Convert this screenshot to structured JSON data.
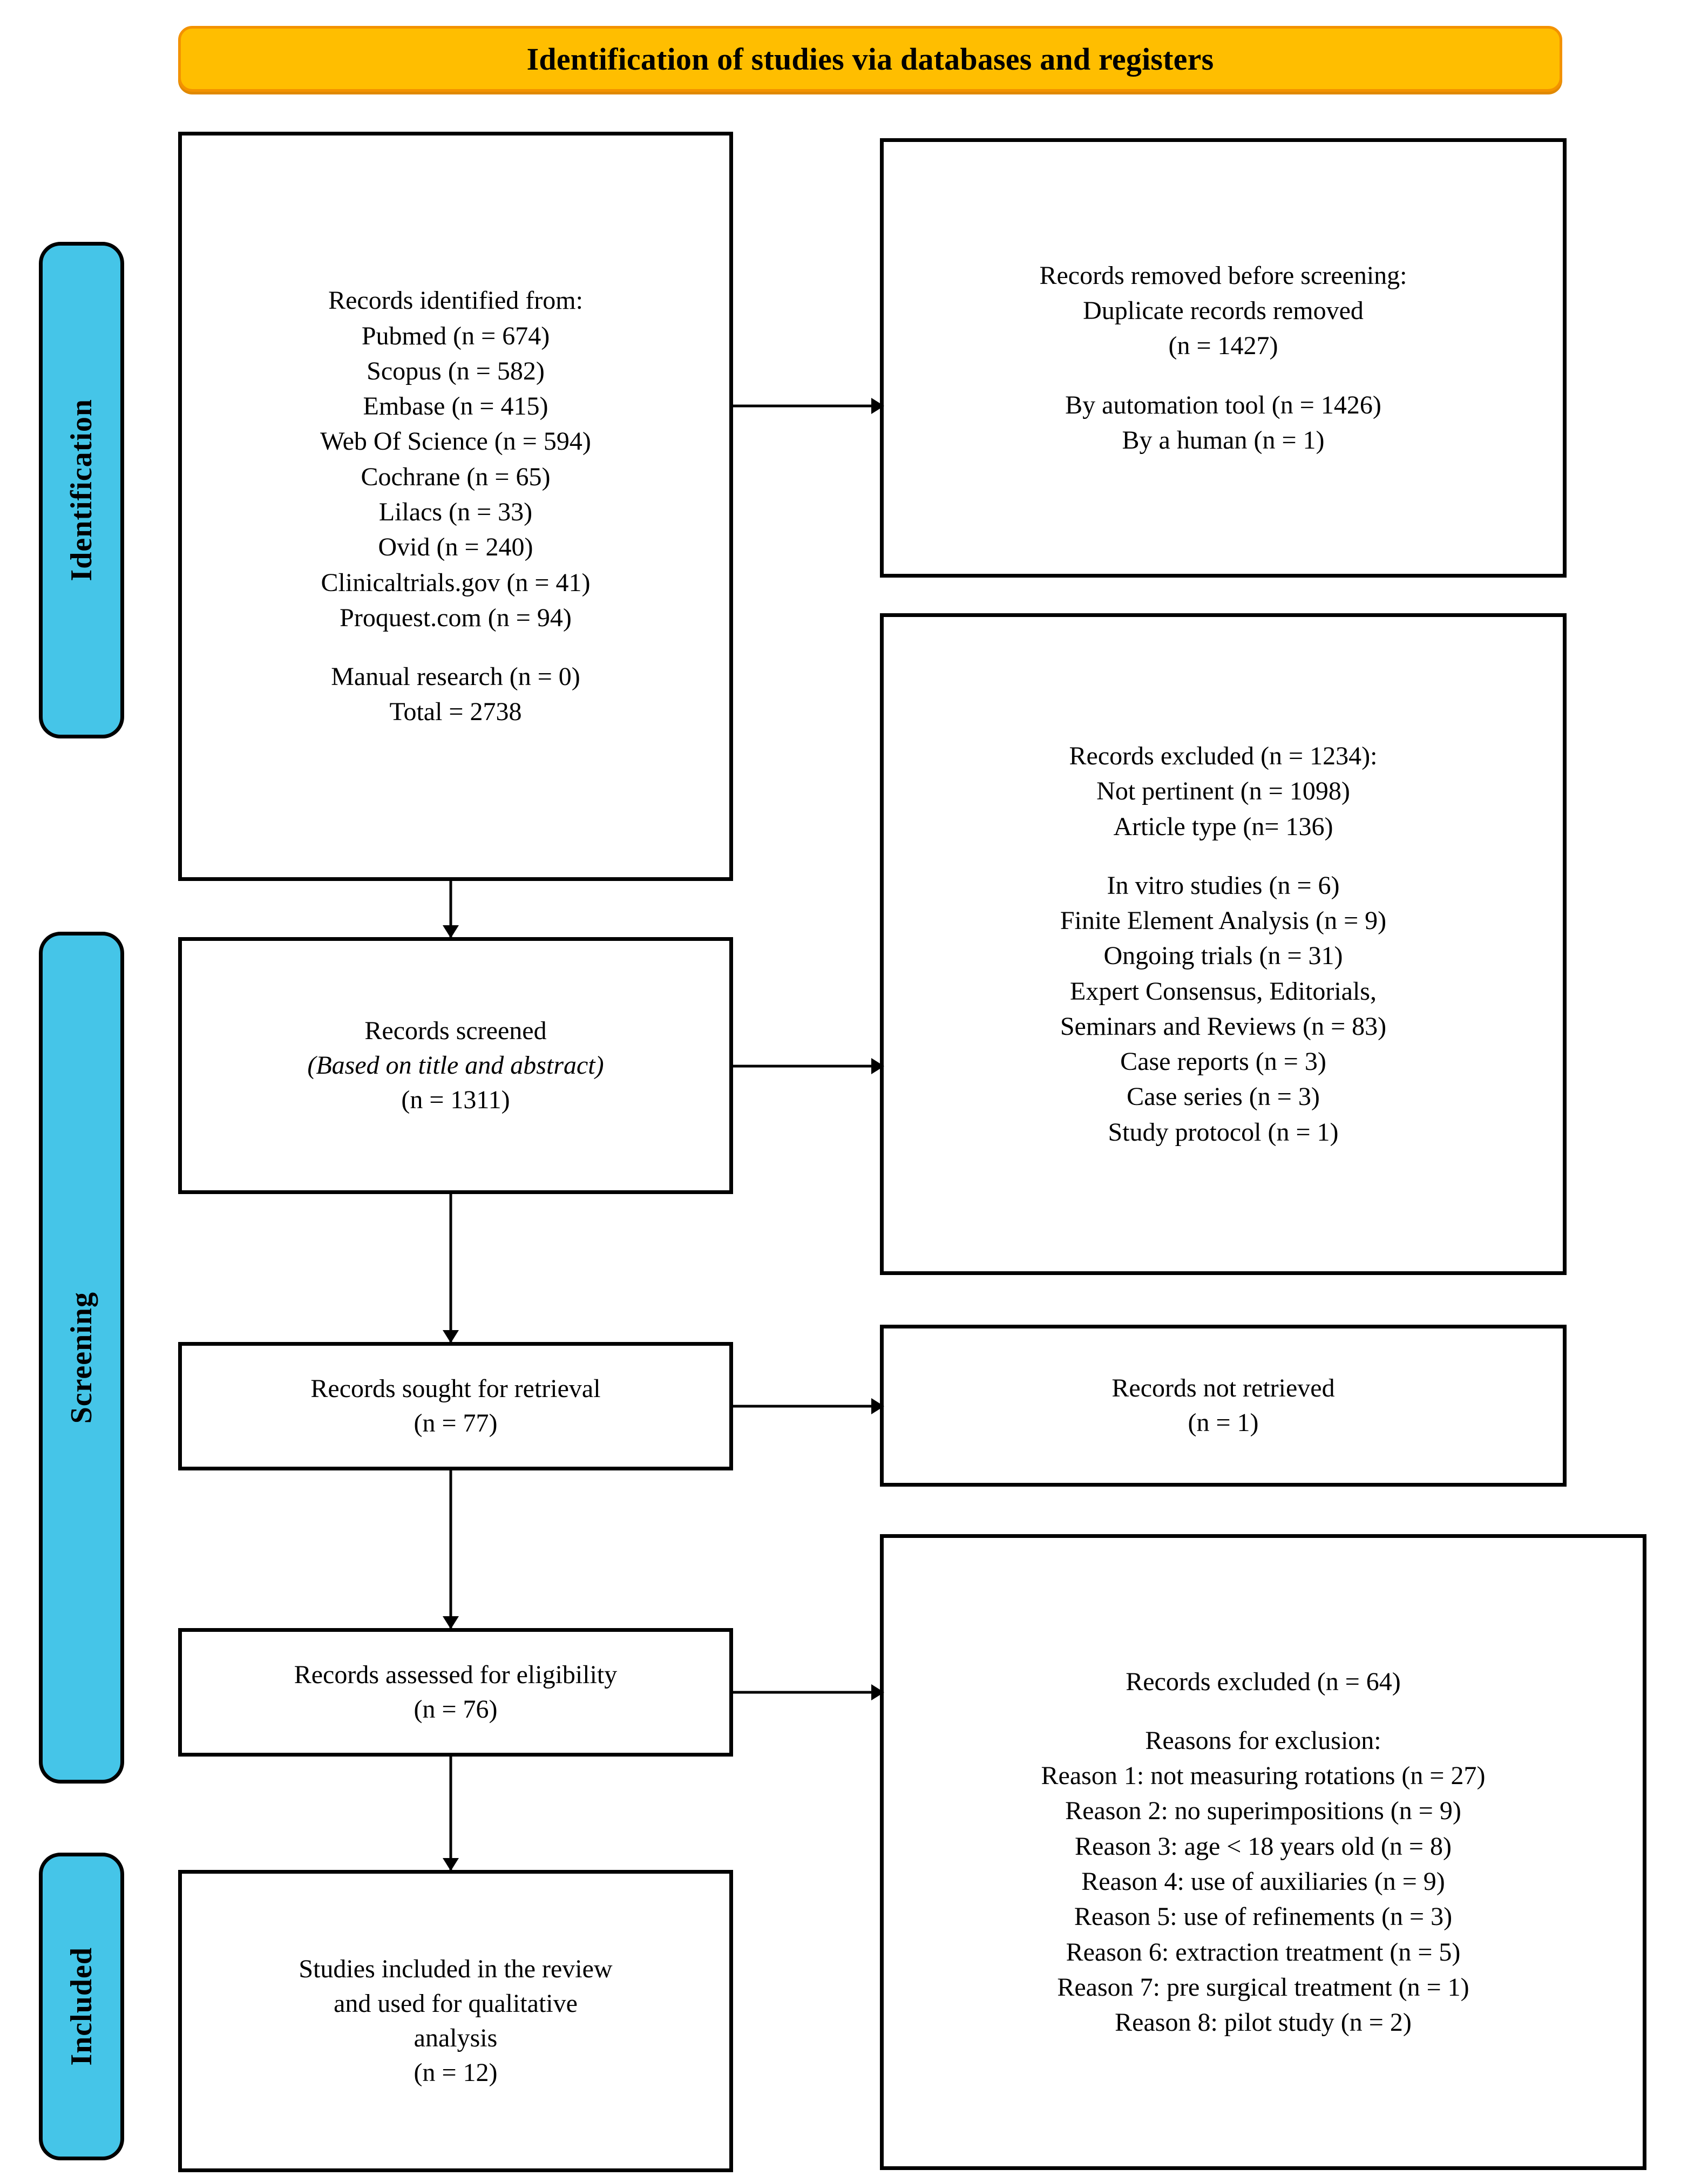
{
  "header": {
    "title": "Identification of studies via databases and registers",
    "bg_color": "#FFBE00",
    "border_color": "#F39200"
  },
  "stages": {
    "accent_color": "#45C5E8",
    "identification": "Identification",
    "screening": "Screening",
    "included": "Included"
  },
  "boxes": {
    "records_identified": {
      "lines": [
        "Records identified from:",
        "Pubmed (n = 674)",
        "Scopus (n = 582)",
        "Embase (n = 415)",
        "Web Of Science (n = 594)",
        "Cochrane (n = 65)",
        "Lilacs (n = 33)",
        "Ovid (n = 240)",
        "Clinicaltrials.gov (n = 41)",
        "Proquest.com (n = 94)",
        "",
        "Manual research (n = 0)",
        "Total = 2738"
      ]
    },
    "records_removed": {
      "lines": [
        "Records removed before screening:",
        "Duplicate records removed",
        "(n = 1427)",
        "",
        "By automation tool (n = 1426)",
        "By a human (n = 1)"
      ]
    },
    "records_screened": {
      "lines": [
        "Records screened",
        "(Based on title and abstract)",
        "(n = 1311)"
      ]
    },
    "records_excluded_screening": {
      "lines": [
        "Records excluded (n = 1234):",
        "Not pertinent (n = 1098)",
        "Article type (n= 136)",
        "",
        "In vitro studies (n = 6)",
        "Finite Element Analysis (n = 9)",
        "Ongoing trials (n = 31)",
        "Expert Consensus, Editorials,",
        "Seminars and Reviews (n = 83)",
        "Case reports (n = 3)",
        "Case series (n = 3)",
        "Study protocol (n = 1)"
      ]
    },
    "records_sought": {
      "lines": [
        "Records sought for retrieval",
        "(n = 77)"
      ]
    },
    "records_not_retrieved": {
      "lines": [
        "Records not retrieved",
        "(n = 1)"
      ]
    },
    "records_assessed": {
      "lines": [
        "Records assessed for eligibility",
        "(n = 76)"
      ]
    },
    "records_excluded_eligibility": {
      "lines": [
        "Records excluded (n = 64)",
        "",
        "Reasons for exclusion:",
        "Reason 1: not measuring rotations (n = 27)",
        "Reason 2: no superimpositions (n = 9)",
        "Reason 3: age < 18 years old (n = 8)",
        "Reason 4: use of auxiliaries (n = 9)",
        "Reason 5: use of refinements (n = 3)",
        "Reason 6: extraction treatment (n = 5)",
        "Reason 7: pre surgical treatment (n = 1)",
        "Reason 8: pilot study (n = 2)"
      ]
    },
    "studies_included": {
      "lines": [
        "Studies included in the review",
        "and used for qualitative",
        "analysis",
        "(n = 12)"
      ]
    }
  },
  "italic_lines": [
    "(Based on title and abstract)"
  ]
}
